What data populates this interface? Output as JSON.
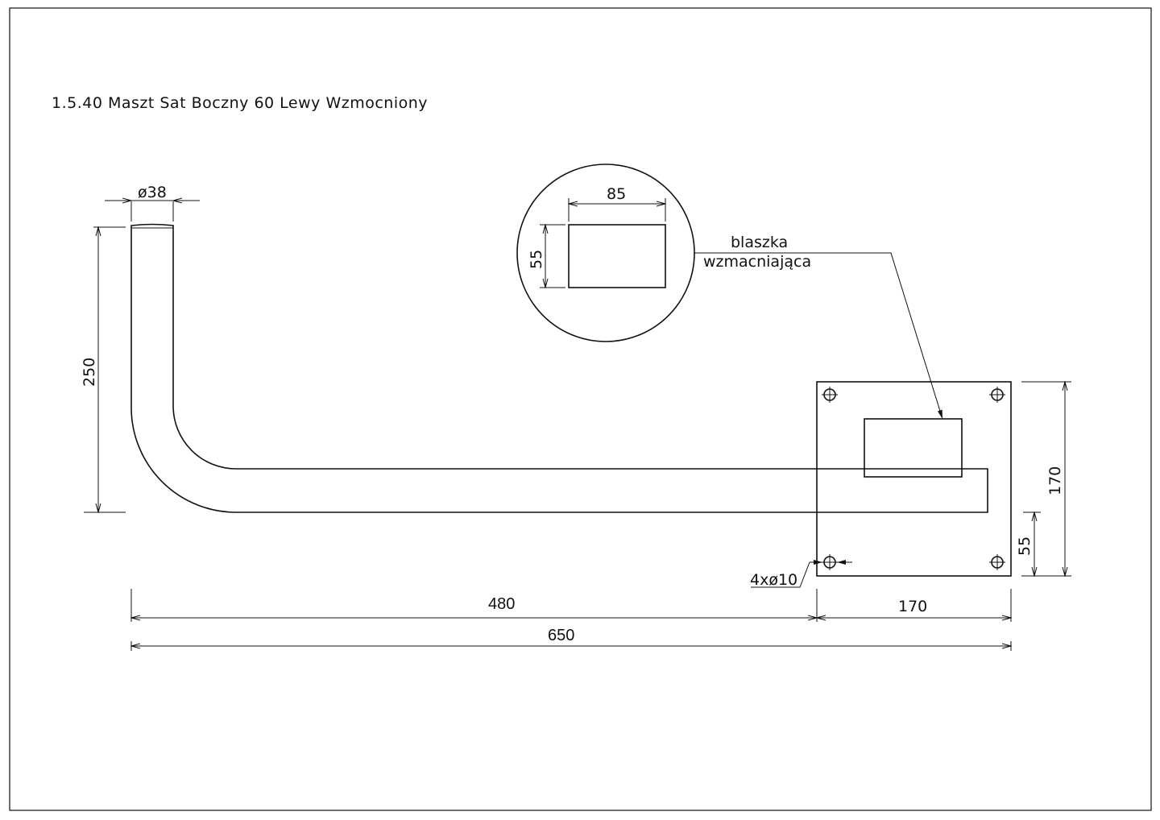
{
  "title": "1.5.40 Maszt Sat Boczny 60 Lewy Wzmocniony",
  "dimensions": {
    "pipe_diameter": "ø38",
    "height": "250",
    "length_to_plate": "480",
    "total_length": "650",
    "plate_width": "170",
    "plate_height": "170",
    "pipe_offset": "55",
    "holes": "4xø10",
    "detail_width": "85",
    "detail_height": "55"
  },
  "callout": {
    "line1": "blaszka",
    "line2": "wzmacniająca"
  }
}
